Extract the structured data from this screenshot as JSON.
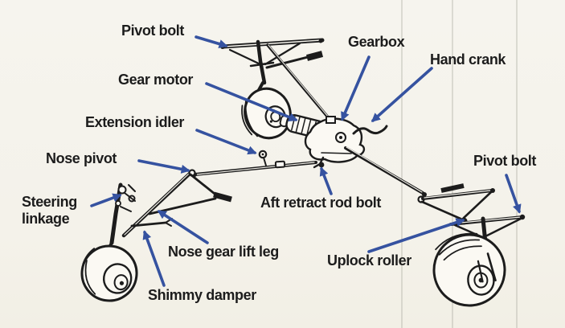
{
  "figure": {
    "type": "labeled-technical-diagram",
    "subject": "Retractable landing gear system line drawing with three gear assemblies (main gear, nose gear, right main gear), central gearbox and retract rods",
    "background_color": "#f5f3ec",
    "line_color": "#1c1c1c",
    "arrow_color": "#3552a0",
    "text_color": "#1c1c1c",
    "labels": {
      "pivot_bolt_top": "Pivot bolt",
      "gearbox": "Gearbox",
      "hand_crank": "Hand crank",
      "gear_motor": "Gear motor",
      "extension_idler": "Extension idler",
      "nose_pivot": "Nose pivot",
      "steering_linkage": "Steering\nlinkage",
      "aft_retract_rod_bolt": "Aft retract rod bolt",
      "nose_gear_lift_leg": "Nose gear lift leg",
      "shimmy_damper": "Shimmy damper",
      "uplock_roller": "Uplock roller",
      "pivot_bolt_right": "Pivot bolt"
    }
  }
}
